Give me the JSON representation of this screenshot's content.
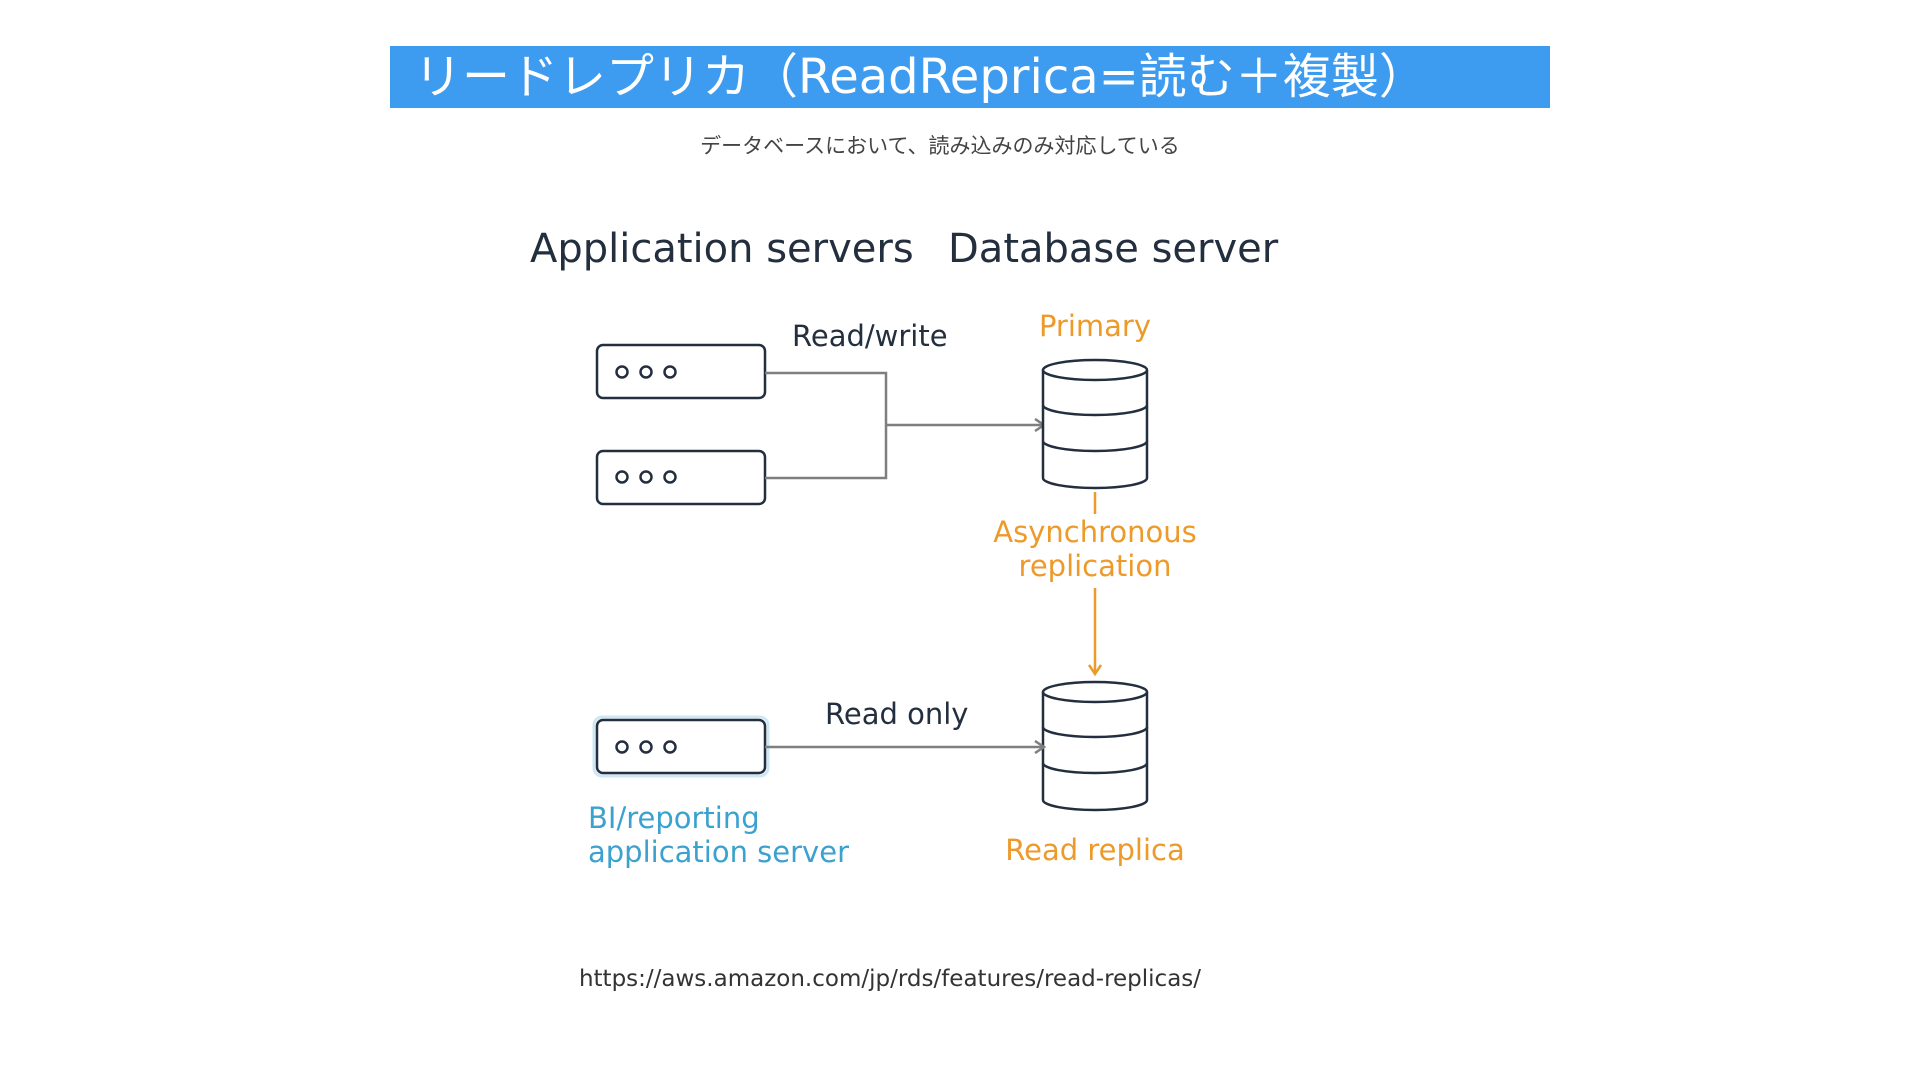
{
  "slide": {
    "title": "リードレプリカ（ReadReprica=読む＋複製）",
    "subtitle": "データベースにおいて、読み込みのみ対応している",
    "source_url": "https://aws.amazon.com/jp/rds/features/read-replicas/"
  },
  "diagram": {
    "column_headers": {
      "app": "Application servers",
      "db": "Database server"
    },
    "primary_label": "Primary",
    "read_write_label": "Read/write",
    "replication_label_line1": "Asynchronous",
    "replication_label_line2": "replication",
    "read_only_label": "Read only",
    "bi_label_line1": "BI/reporting",
    "bi_label_line2": "application server",
    "replica_label": "Read replica",
    "colors": {
      "title_bg": "#3d9bf0",
      "dark": "#232f3e",
      "orange": "#ed9a2a",
      "blue": "#3ba2cf",
      "connector": "#7f7f7f"
    },
    "icons": {
      "app_server": "server-icon",
      "database": "database-icon"
    }
  }
}
